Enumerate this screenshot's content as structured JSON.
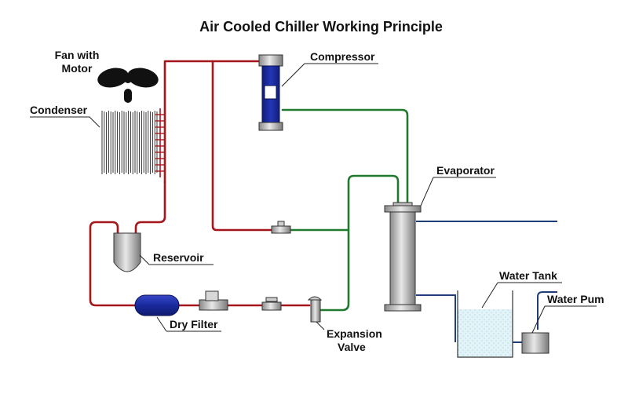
{
  "title": "Air Cooled Chiller Working Principle",
  "labels": {
    "fan_line1": "Fan with",
    "fan_line2": "Motor",
    "compressor": "Compressor",
    "condenser": "Condenser",
    "evaporator": "Evaporator",
    "reservoir": "Reservoir",
    "dry_filter": "Dry Filter",
    "expansion_line1": "Expansion",
    "expansion_line2": "Valve",
    "water_tank": "Water Tank",
    "water_pump": "Water Pum"
  },
  "colors": {
    "hot_line": "#a4161c",
    "cold_line": "#1f7a2e",
    "water_line": "#1f3f78",
    "compressor": "#1c2ea6",
    "dry_filter": "#1c2ea6",
    "component_gray": "#c8c8c8",
    "water": "#dff2f8"
  }
}
